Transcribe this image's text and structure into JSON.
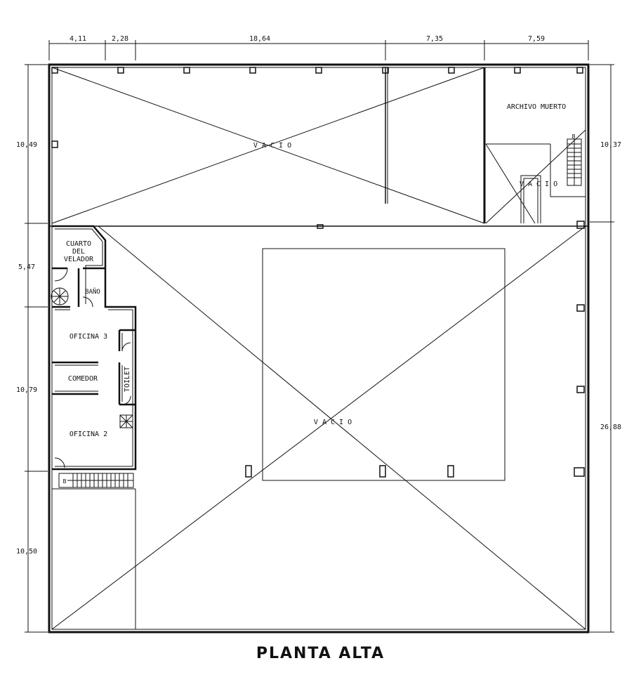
{
  "title": "PLANTA ALTA",
  "dimensions": {
    "top": [
      "4,11",
      "2,28",
      "18,64",
      "7,35",
      "7,59"
    ],
    "left": [
      "10,49",
      "5,47",
      "10,79",
      "10,50"
    ],
    "right": [
      "10,37",
      "26,88"
    ]
  },
  "rooms": {
    "archivo": "ARCHIVO MUERTO",
    "vacio_top": "V A C I O",
    "vacio_small": "V A C I O",
    "vacio_main": "V A C I O",
    "cuarto_1": "CUARTO",
    "cuarto_2": "DEL",
    "cuarto_3": "VELADOR",
    "bano": "BAÑO",
    "oficina3": "OFICINA 3",
    "comedor": "COMEDOR",
    "toilet": "TOILET",
    "oficina2": "OFICINA 2",
    "stair_mark": "B",
    "stair_mark_top": "B"
  }
}
